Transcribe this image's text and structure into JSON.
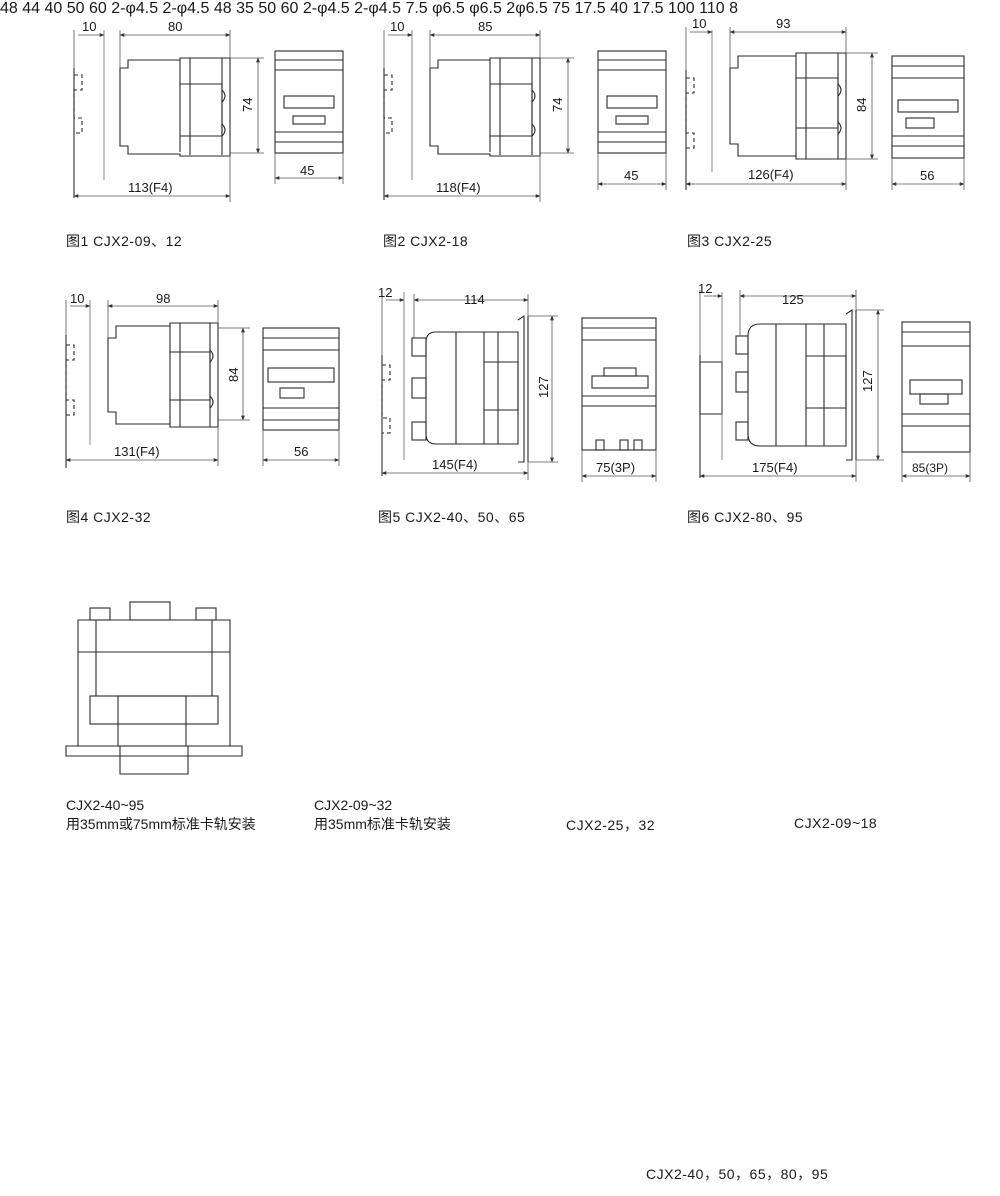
{
  "colors": {
    "line": "#2a2a2a",
    "dim": "#555555",
    "accent": "#8a1f3a",
    "background": "#ffffff"
  },
  "figures": [
    {
      "caption": "图1  CJX2-09、12",
      "dims": {
        "w_top": "80",
        "off": "10",
        "h": "74",
        "depth": "45",
        "total": "113(F4)"
      }
    },
    {
      "caption": "图2  CJX2-18",
      "dims": {
        "w_top": "85",
        "off": "10",
        "h": "74",
        "depth": "45",
        "total": "118(F4)"
      }
    },
    {
      "caption": "图3  CJX2-25",
      "dims": {
        "w_top": "93",
        "off": "10",
        "h": "84",
        "depth": "56",
        "total": "126(F4)"
      }
    },
    {
      "caption": "图4  CJX2-32",
      "dims": {
        "w_top": "98",
        "off": "10",
        "h": "84",
        "depth": "56",
        "total": "131(F4)"
      }
    },
    {
      "caption": "图5    CJX2-40、50、65",
      "dims": {
        "w_top": "114",
        "off": "12",
        "h": "127",
        "depth": "75(3P)",
        "total": "145(F4)"
      }
    },
    {
      "caption": "图6    CJX2-80、95",
      "dims": {
        "w_top": "125",
        "off": "12",
        "h": "127",
        "depth": "85(3P)",
        "total": "175(F4)"
      }
    }
  ],
  "rail": {
    "big": {
      "line1": "CJX2-40~95",
      "line2": "用35mm或75mm标准卡轨安装"
    },
    "small": {
      "line1": "CJX2-09~32",
      "line2": "用35mm标准卡轨安装"
    }
  },
  "plates": [
    {
      "caption": "CJX2-25，32",
      "top": "48",
      "h1": "44",
      "h2": "40",
      "b1": "50",
      "b2": "60",
      "hole1": "2-φ4.5",
      "hole2": "2-φ4.5"
    },
    {
      "caption": "CJX2-09~18",
      "top": "48",
      "h1": "35",
      "b1": "50",
      "b2": "60",
      "hole1": "2-φ4.5",
      "hole2": "2-φ4.5"
    }
  ],
  "bracket": {
    "caption": "CJX2-40，50，65，80，95",
    "top_right": "7.5",
    "hole_a": "φ6.5",
    "hole_b": "φ6.5",
    "slot": "2φ6.5",
    "h_total": "75",
    "h_top": "17.5",
    "h_mid": "40",
    "h_bot": "17.5",
    "w1": "100",
    "w2": "110",
    "w_right": "8"
  }
}
